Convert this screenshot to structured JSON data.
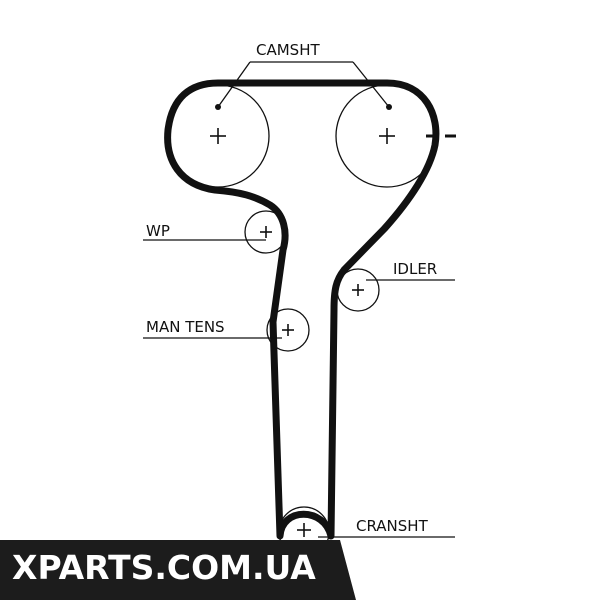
{
  "labels": {
    "camshaft": "CAMSHT",
    "water_pump": "WP",
    "idler": "IDLER",
    "manual_tensioner": "MAN TENS",
    "crankshaft": "CRANSHT"
  },
  "watermark": "XPARTS.COM.UA",
  "colors": {
    "belt": "#111111",
    "background": "#ffffff",
    "watermark_bg": "#1c1c1c",
    "watermark_text": "#ffffff"
  }
}
